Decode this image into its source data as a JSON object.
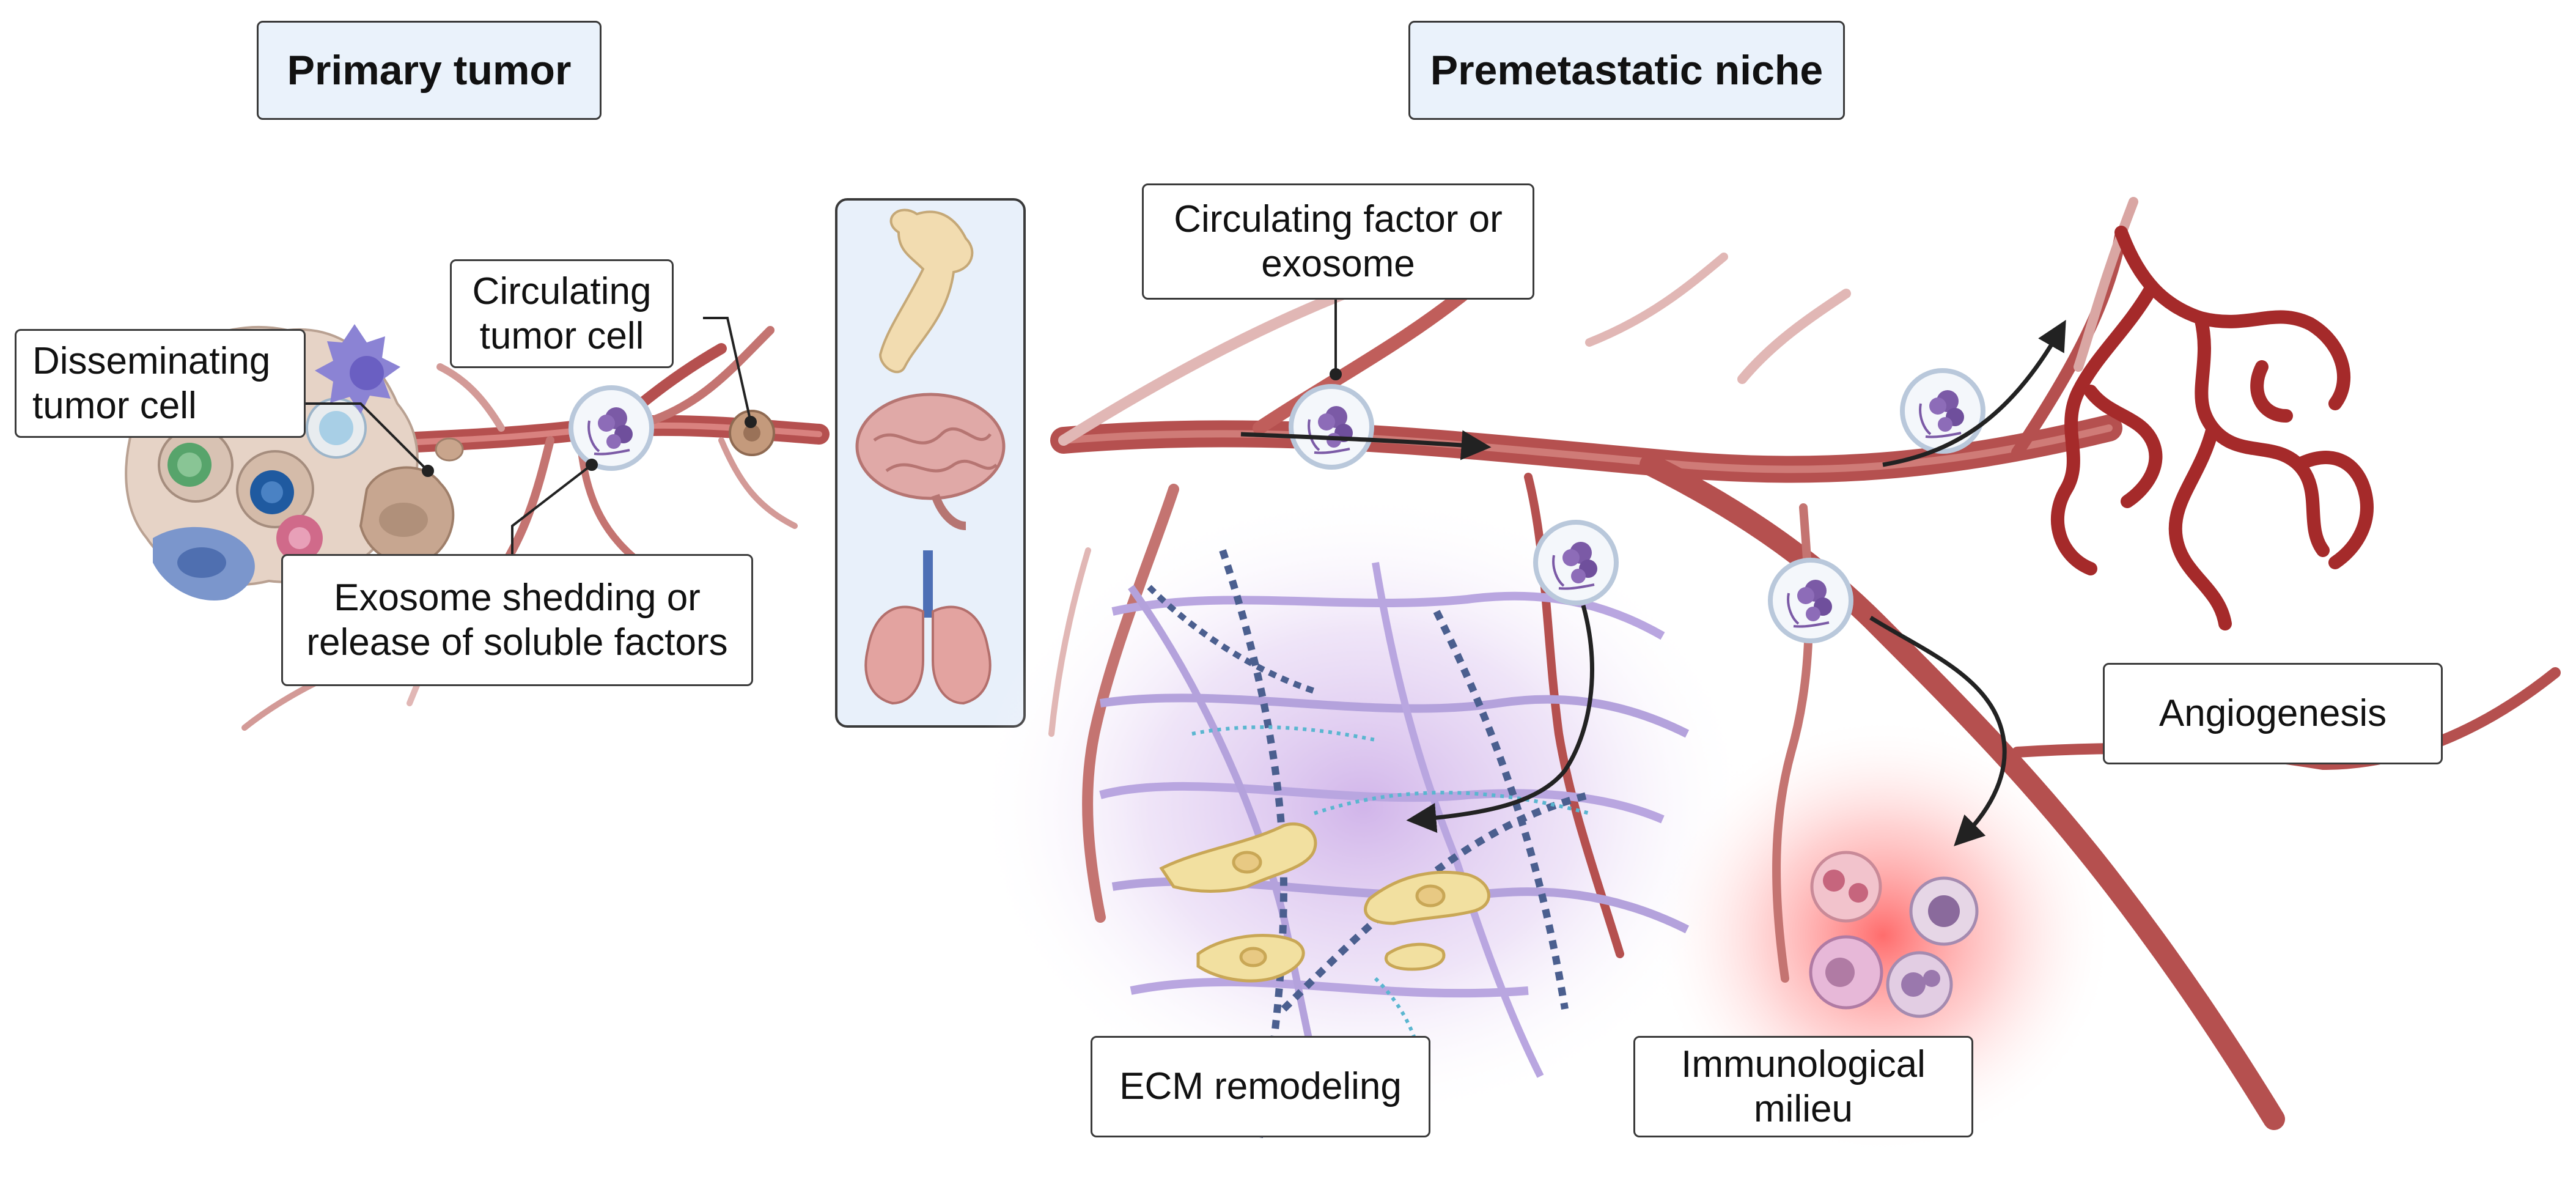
{
  "headers": {
    "primary_tumor": "Primary tumor",
    "premetastatic_niche": "Premetastatic niche"
  },
  "labels": {
    "disseminating": [
      "Disseminating",
      "tumor cell"
    ],
    "circulating_cell": [
      "Circulating",
      "tumor cell"
    ],
    "exosome_shedding": [
      "Exosome shedding or",
      "release of soluble factors"
    ],
    "circulating_factor": [
      "Circulating factor or",
      "exosome"
    ],
    "angiogenesis": "Angiogenesis",
    "ecm": "ECM remodeling",
    "immuno": [
      "Immunological",
      "milieu"
    ]
  },
  "organs": [
    "bone-icon",
    "brain-icon",
    "lungs-icon"
  ],
  "colors": {
    "vessel": "#b5504f",
    "vessel_light": "#d9a6a3",
    "header_fill": "#eaf2fb",
    "organ_panel": "#e8f0fa",
    "exosome": "#7b5aa6",
    "ecm_glow": "#c9a8e6",
    "immune_glow": "#ff6b6b",
    "fibroblast": "#f2e0a0"
  }
}
